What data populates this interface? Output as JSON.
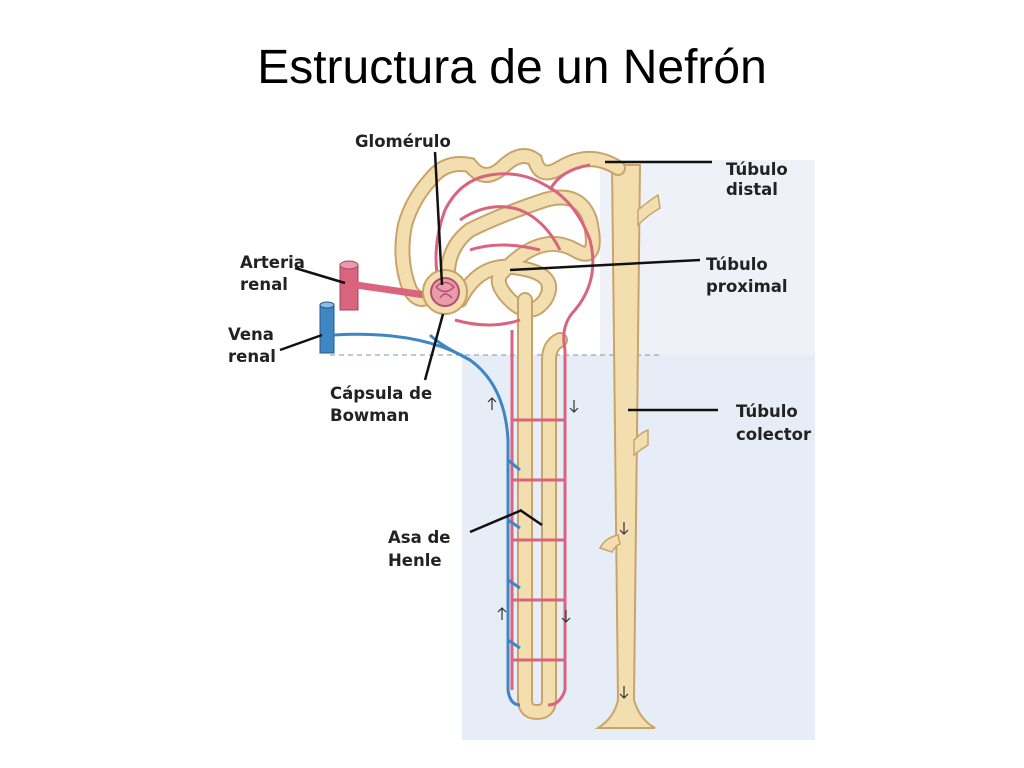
{
  "slide": {
    "title": "Estructura de un Nefrón"
  },
  "labels": {
    "glomerulo": "Glomérulo",
    "tubulo_distal": [
      "Túbulo",
      "distal"
    ],
    "arteria_renal": [
      "Arteria",
      "renal"
    ],
    "tubulo_proximal": [
      "Túbulo",
      "proximal"
    ],
    "vena_renal": [
      "Vena",
      "renal"
    ],
    "capsula_bowman": [
      "Cápsula de",
      "Bowman"
    ],
    "tubulo_colector": [
      "Túbulo",
      "colector"
    ],
    "asa_henle": [
      "Asa de",
      "Henle"
    ]
  },
  "colors": {
    "tubule": "#f3deb0",
    "tubule_edge": "#c9a46a",
    "artery": "#d9647e",
    "vein": "#3f86c4",
    "medulla_bg": "#e6ecf5",
    "leader": "#111111"
  }
}
